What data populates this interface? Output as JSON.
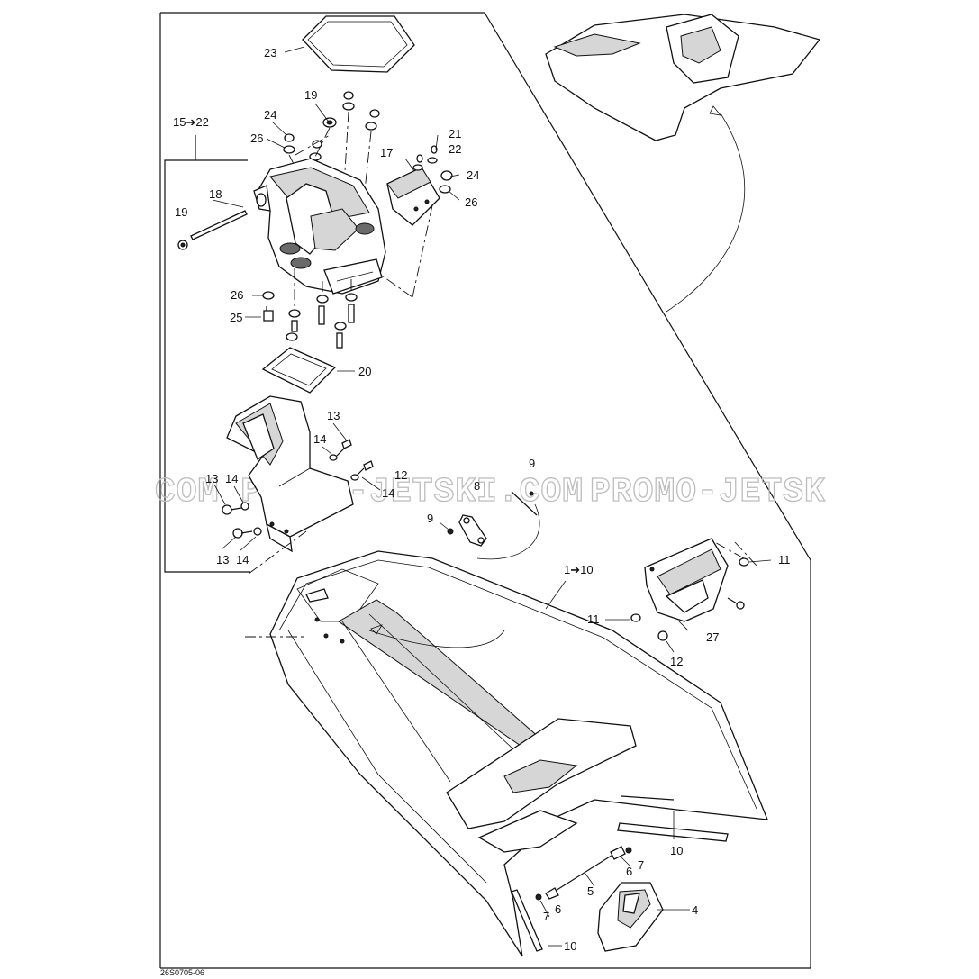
{
  "diagram": {
    "drawing_code": "26S0705-06",
    "watermark_left": "COM PROMO-JETSKI.COM",
    "watermark_right": "PROMO-JETSK",
    "group_label_top": "15➔22",
    "group_label_seat": "1➔10",
    "callouts": {
      "c23": "23",
      "c19a": "19",
      "c24a": "24",
      "c26a": "26",
      "c18": "18",
      "c19b": "19",
      "c17": "17",
      "c21": "21",
      "c22": "22",
      "c24b": "24",
      "c26b": "26",
      "c26c": "26",
      "c25": "25",
      "c20": "20",
      "c13a": "13",
      "c14a": "14",
      "c12a": "12",
      "c14b": "14",
      "c13b": "13",
      "c14c": "14",
      "c13c": "13",
      "c14d": "14",
      "c8": "8",
      "c9a": "9",
      "c9b": "9",
      "c11a": "11",
      "c11b": "11",
      "c27": "27",
      "c12b": "12",
      "c10a": "10",
      "c6a": "6",
      "c7a": "7",
      "c5": "5",
      "c6b": "6",
      "c7b": "7",
      "c4": "4",
      "c10b": "10"
    }
  }
}
